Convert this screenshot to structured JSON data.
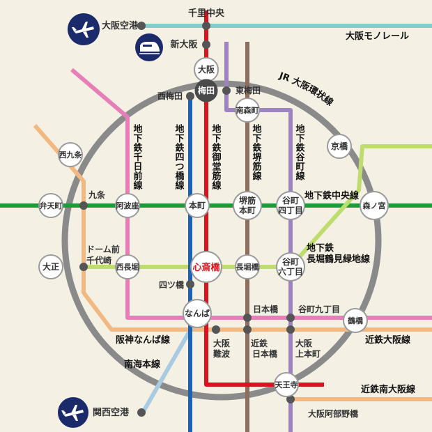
{
  "colors": {
    "background": "#f5f0e4",
    "loop": "#8a8a8a",
    "monorail": "#7ed0cf",
    "midosuji": "#d7141f",
    "yotsubashi": "#1d62b1",
    "sakaisuji": "#8b6e5d",
    "tanimachi": "#9d83c0",
    "sennichimae": "#e67eb7",
    "chuo": "#1e9a3a",
    "nagahori": "#bfdc6f",
    "hanshin": "#f2b882",
    "kintetsu": "#f2b882",
    "nankai": "#a8cbe2",
    "transfer": "#555555"
  },
  "lines": {
    "monorail": "大阪モノレール",
    "loop": "JR 大阪環状線",
    "sennichimae": "地下鉄千日前線",
    "yotsubashi": "地下鉄四つ橋線",
    "midosuji": "地下鉄御堂筋線",
    "sakaisuji": "地下鉄堺筋線",
    "tanimachi": "地下鉄谷町線",
    "chuo": "地下鉄中央線",
    "nagahori": "地下鉄長堀鶴見緑地線",
    "hanshin": "阪神なんば線",
    "kintetsu": "近鉄大阪線",
    "nankai": "南海本線",
    "kintetsu_minami": "近鉄南大阪線"
  },
  "stations": {
    "itami_airport": "大阪空港",
    "senri": "千里中央",
    "shin_osaka": "新大阪",
    "osaka": "大阪",
    "umeda": "梅田",
    "nishi_umeda": "西梅田",
    "higashi_umeda": "東梅田",
    "minami_morimachi": "南森町",
    "kyobashi": "京橋",
    "nishikujo": "西九条",
    "bentencho": "弁天町",
    "kujo": "九条",
    "awaza": "阿波座",
    "honmachi": "本町",
    "sakaisuji_honmachi": "堺筋本町",
    "tanimachi_4": "谷町四丁目",
    "morinomiya": "森ノ宮",
    "taisho": "大正",
    "dome": "ドーム前千代崎",
    "nishinagahori": "西長堀",
    "shinsaibashi": "心斎橋",
    "nagahoribashi": "長堀橋",
    "tanimachi_6": "谷町六丁目",
    "yotsubashi": "四ツ橋",
    "namba": "なんば",
    "nipponbashi": "日本橋",
    "tanimachi_9": "谷町九丁目",
    "tsuruhashi": "鶴橋",
    "osaka_namba": "大阪難波",
    "kintetsu_nipponbashi": "近鉄日本橋",
    "osaka_uehonmachi": "大阪上本町",
    "tennoji": "天王寺",
    "osaka_abenobashi": "大阪阿部野橋",
    "kansai_airport": "関西空港"
  },
  "icons": {
    "plane": "airplane-icon",
    "shinkansen": "shinkansen-icon"
  }
}
